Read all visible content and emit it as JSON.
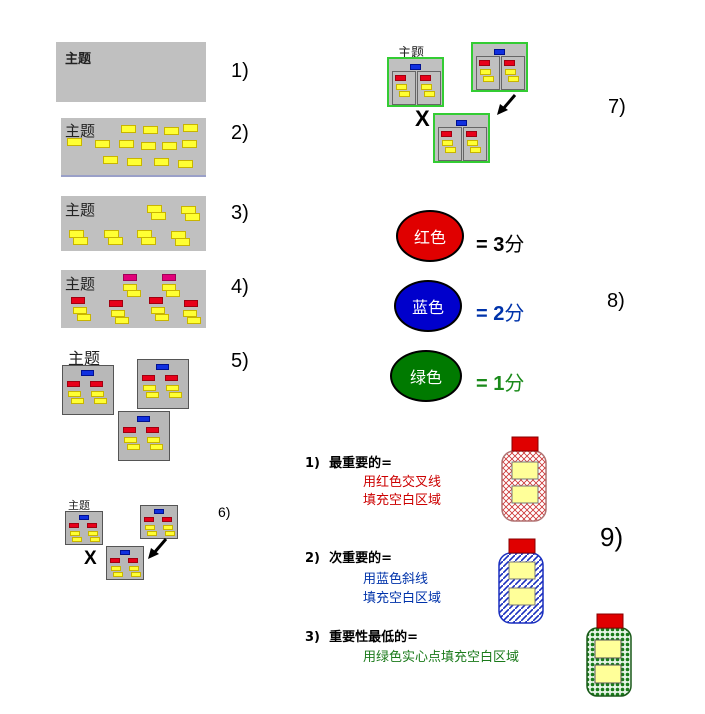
{
  "step_labels": [
    "1)",
    "2)",
    "3)",
    "4)",
    "5)",
    "6)",
    "7)",
    "8)",
    "9)"
  ],
  "panel_title": "主题",
  "x_mark": "X",
  "scoring": [
    {
      "circle_label": "红色",
      "equation_prefix": "= ",
      "points": "3",
      "unit": "分",
      "color": "#e00000",
      "text_color": "#000000"
    },
    {
      "circle_label": "蓝色",
      "equation_prefix": "= ",
      "points": "2",
      "unit": "分",
      "color": "#0000cc",
      "text_color": "#0033aa"
    },
    {
      "circle_label": "绿色",
      "equation_prefix": "= ",
      "points": "1",
      "unit": "分",
      "color": "#007a00",
      "text_color": "#1a8a1a"
    }
  ],
  "priority_list": [
    {
      "index": "1)",
      "heading": "最重要的=",
      "line1": "用红色交叉线",
      "line2": "填充空白区域",
      "color": "#cc0000"
    },
    {
      "index": "2)",
      "heading": "次重要的=",
      "line1": "用蓝色斜线",
      "line2": "填充空白区域",
      "color": "#0033aa"
    },
    {
      "index": "3)",
      "heading": "重要性最低的=",
      "line1": "用绿色实心点填充空白区域",
      "line2": "",
      "color": "#1a7a1a"
    }
  ]
}
